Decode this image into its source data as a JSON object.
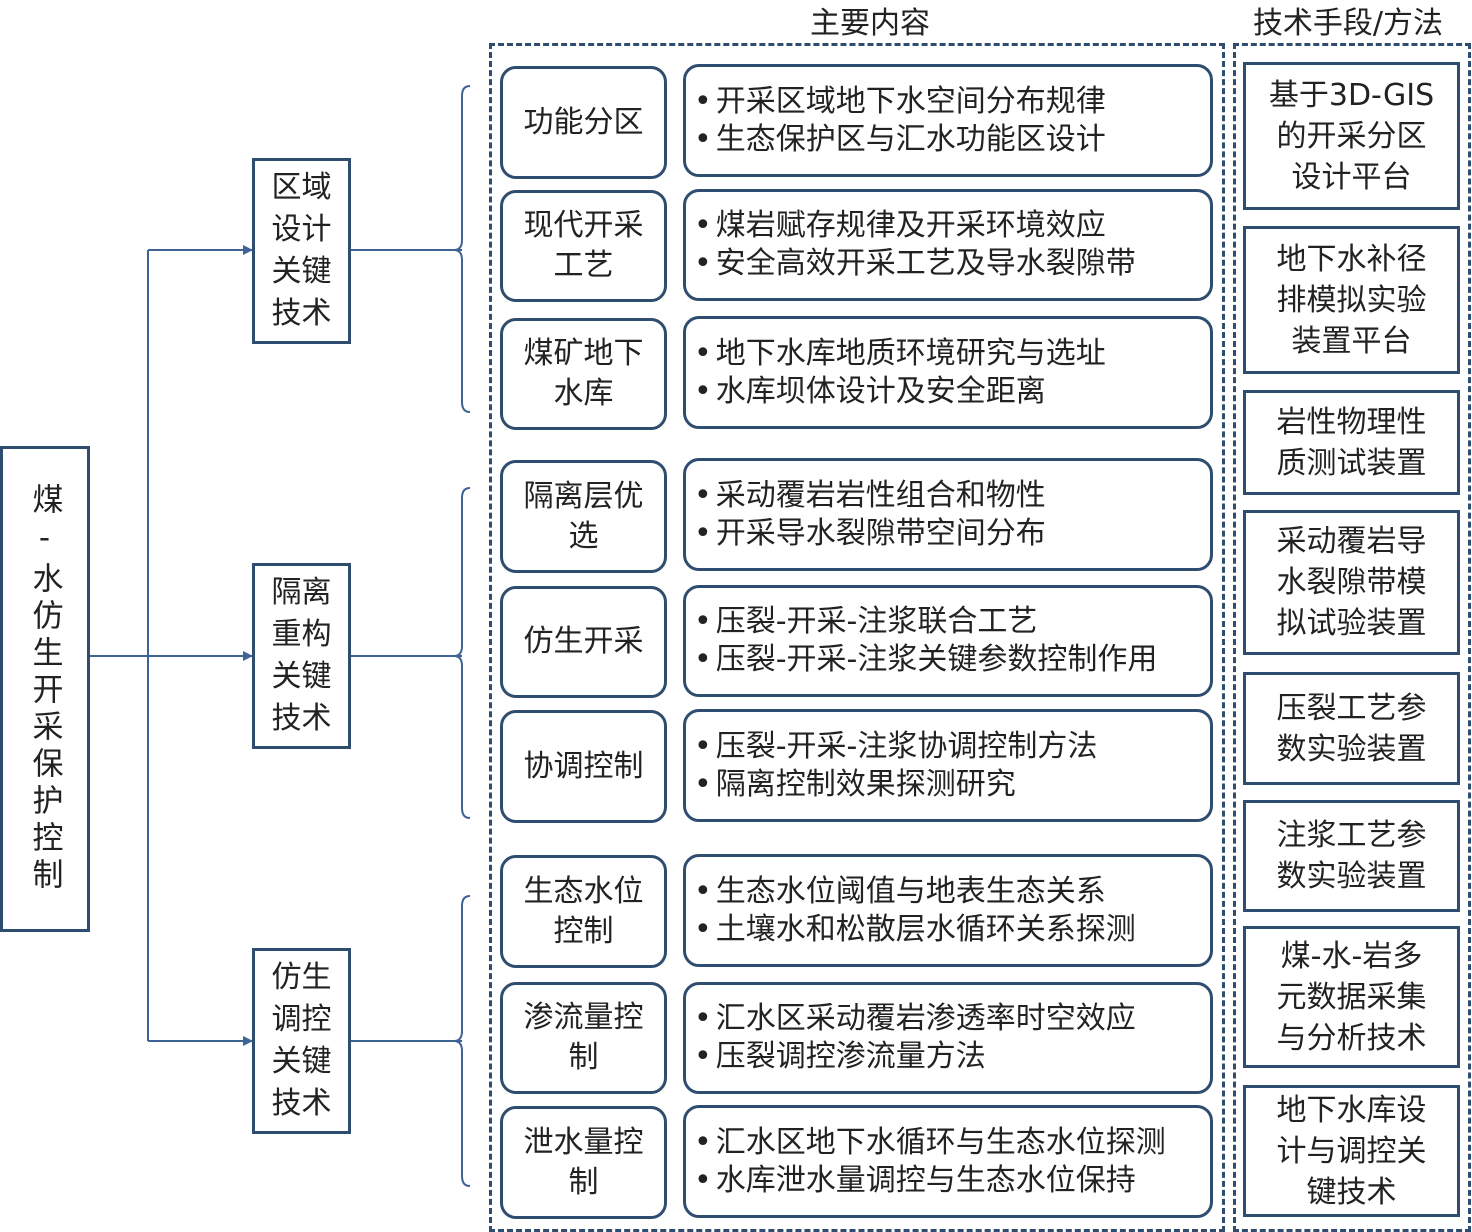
{
  "root": {
    "label": "煤-水仿生开采保护控制"
  },
  "headers": {
    "content": "主要内容",
    "methods": "技术手段/方法"
  },
  "categories": [
    {
      "label": "区域设计关键技术",
      "topics": [
        {
          "label": "功能分区",
          "details": [
            "开采区域地下水空间分布规律",
            "生态保护区与汇水功能区设计"
          ]
        },
        {
          "label": "现代开采工艺",
          "details": [
            "煤岩赋存规律及开采环境效应",
            "安全高效开采工艺及导水裂隙带"
          ]
        },
        {
          "label": "煤矿地下水库",
          "details": [
            "地下水库地质环境研究与选址",
            "水库坝体设计及安全距离"
          ]
        }
      ]
    },
    {
      "label": "隔离重构关键技术",
      "topics": [
        {
          "label": "隔离层优选",
          "details": [
            "采动覆岩岩性组合和物性",
            "开采导水裂隙带空间分布"
          ]
        },
        {
          "label": "仿生开采",
          "details": [
            "压裂-开采-注浆联合工艺",
            "压裂-开采-注浆关键参数控制作用"
          ]
        },
        {
          "label": "协调控制",
          "details": [
            "压裂-开采-注浆协调控制方法",
            "隔离控制效果探测研究"
          ]
        }
      ]
    },
    {
      "label": "仿生调控关键技术",
      "topics": [
        {
          "label": "生态水位控制",
          "details": [
            "生态水位阈值与地表生态关系",
            "土壤水和松散层水循环关系探测"
          ]
        },
        {
          "label": "渗流量控制",
          "details": [
            "汇水区采动覆岩渗透率时空效应",
            "压裂调控渗流量方法"
          ]
        },
        {
          "label": "泄水量控制",
          "details": [
            "汇水区地下水循环与生态水位探测",
            "水库泄水量调控与生态水位保持"
          ]
        }
      ]
    }
  ],
  "methods": [
    "基于3D-GIS的开采分区设计平台",
    "地下水补径排模拟实验装置平台",
    "岩性物理性质测试装置",
    "采动覆岩导水裂隙带模拟试验装置",
    "压裂工艺参数实验装置",
    "注浆工艺参数实验装置",
    "煤-水-岩多元数据采集与分析技术",
    "地下水库设计与调控关键技术"
  ],
  "colors": {
    "line": "#3d6494",
    "border": "#2f4d6e"
  }
}
